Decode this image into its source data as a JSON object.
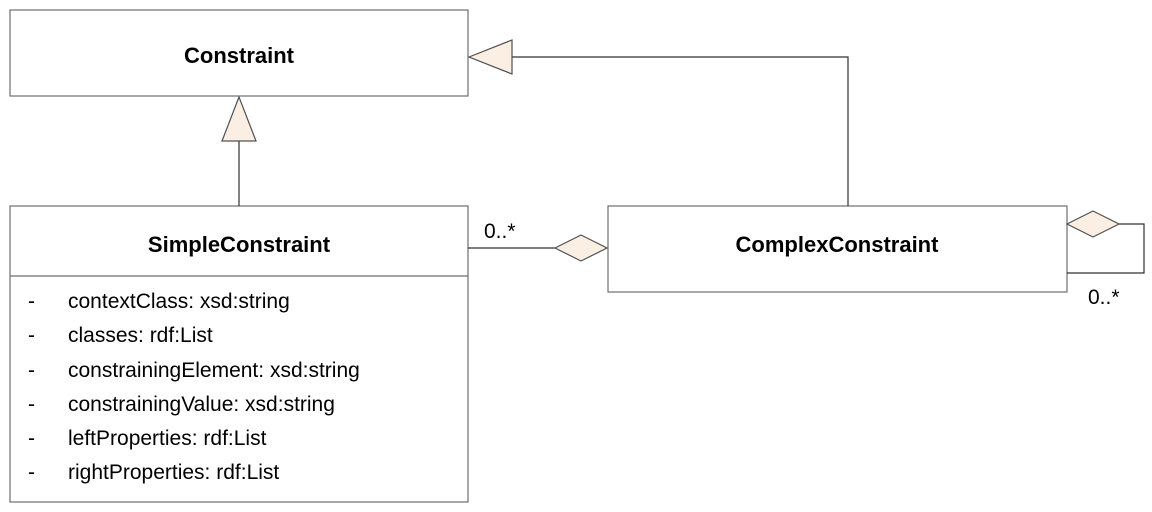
{
  "classes": {
    "constraint": {
      "name": "Constraint"
    },
    "simple_constraint": {
      "name": "SimpleConstraint",
      "attributes": [
        {
          "visibility": "-",
          "text": "contextClass: xsd:string"
        },
        {
          "visibility": "-",
          "text": "classes: rdf:List"
        },
        {
          "visibility": "-",
          "text": "constrainingElement: xsd:string"
        },
        {
          "visibility": "-",
          "text": "constrainingValue: xsd:string"
        },
        {
          "visibility": "-",
          "text": "leftProperties: rdf:List"
        },
        {
          "visibility": "-",
          "text": "rightProperties: rdf:List"
        }
      ]
    },
    "complex_constraint": {
      "name": "ComplexConstraint"
    }
  },
  "relations": {
    "simple_to_complex": {
      "multiplicity": "0..*"
    },
    "complex_self": {
      "multiplicity": "0..*"
    }
  },
  "colors": {
    "arrowhead_fill": "#fbefe4",
    "box_border": "#6e6e6e",
    "line": "#303030"
  }
}
